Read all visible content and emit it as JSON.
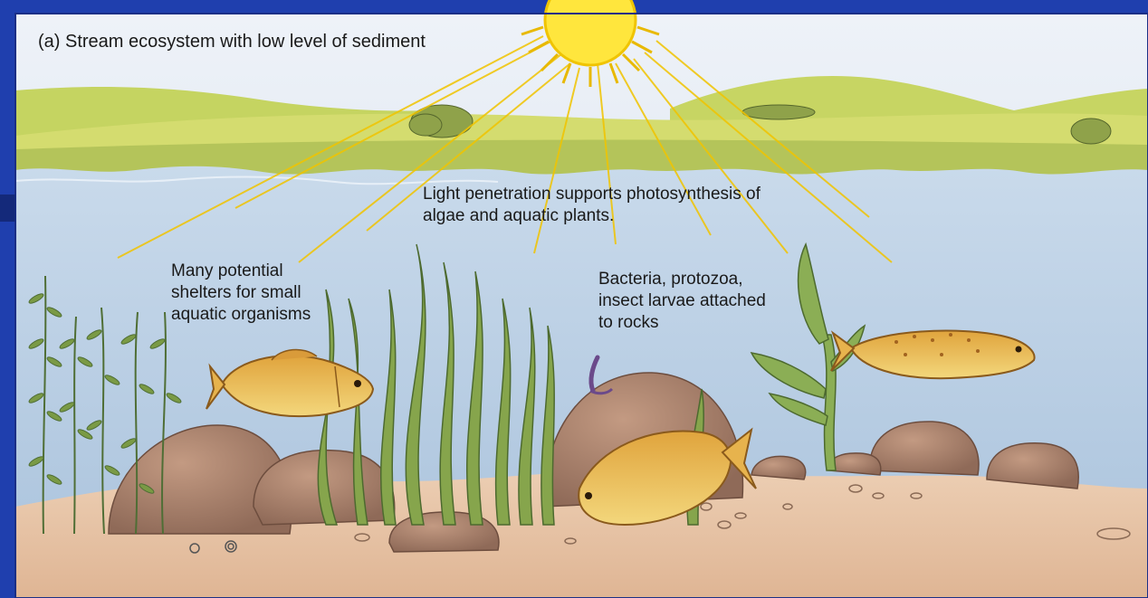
{
  "title": "(a) Stream ecosystem with low level of sediment",
  "labels": {
    "light": [
      "Light penetration supports photosynthesis of",
      "algae and aquatic plants."
    ],
    "shelters": [
      "Many potential",
      "shelters for small",
      "aquatic organisms"
    ],
    "bacteria": [
      "Bacteria, protozoa,",
      "insect larvae attached",
      "to rocks"
    ]
  },
  "colors": {
    "frame": "#1f3fae",
    "sky": "#dbe6f2",
    "water": "#b9cfe4",
    "hills": "#cfd96a",
    "sediment": "#e6c3a6",
    "sun": "#ffe13a",
    "fish": "#e7b34d",
    "plants": "#7a9a45"
  },
  "icons": [
    "sun-icon",
    "fish-icon",
    "worm-icon",
    "snail-icon",
    "tree-icon"
  ]
}
